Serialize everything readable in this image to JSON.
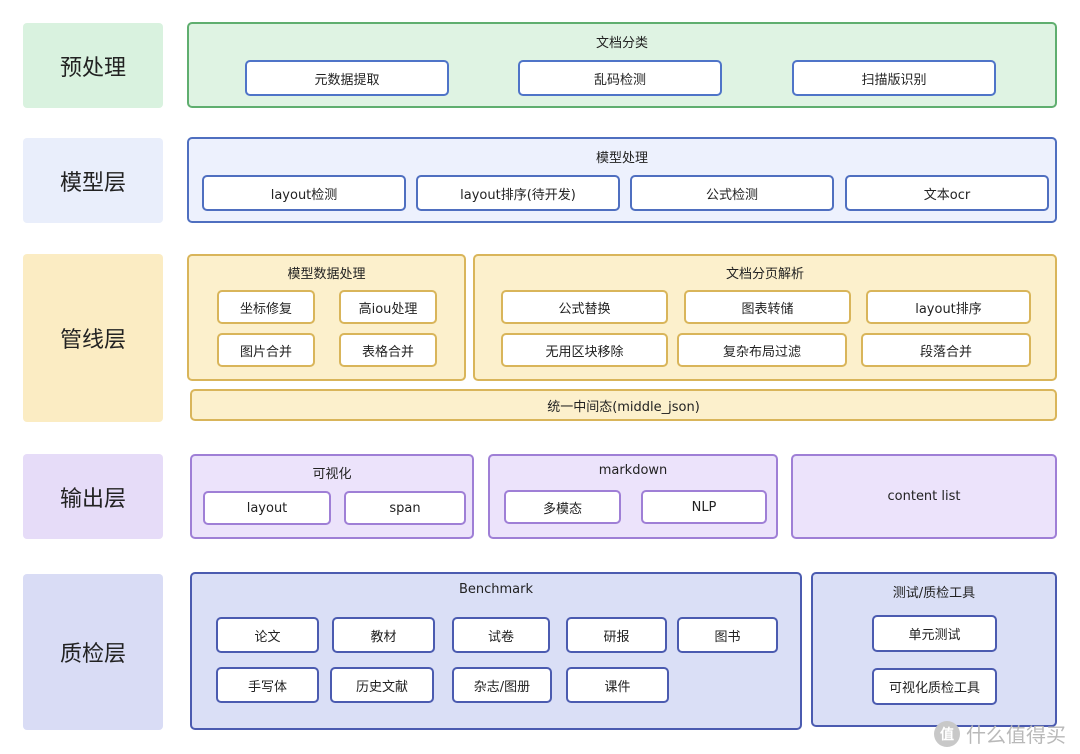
{
  "layers": {
    "preprocess": "预处理",
    "model": "模型层",
    "pipeline": "管线层",
    "output": "输出层",
    "qa": "质检层"
  },
  "preprocess": {
    "title": "文档分类",
    "items": [
      "元数据提取",
      "乱码检测",
      "扫描版识别"
    ]
  },
  "model": {
    "title": "模型处理",
    "items": [
      "layout检测",
      "layout排序(待开发)",
      "公式检测",
      "文本ocr"
    ]
  },
  "pipeline": {
    "model_data": {
      "title": "模型数据处理",
      "items": [
        "坐标修复",
        "高iou处理",
        "图片合并",
        "表格合并"
      ]
    },
    "page_parse": {
      "title": "文档分页解析",
      "items": [
        "公式替换",
        "图表转储",
        "layout排序",
        "无用区块移除",
        "复杂布局过滤",
        "段落合并"
      ]
    },
    "middle": "统一中间态(middle_json)"
  },
  "output": {
    "visualize": {
      "title": "可视化",
      "items": [
        "layout",
        "span"
      ]
    },
    "markdown": {
      "title": "markdown",
      "items": [
        "多模态",
        "NLP"
      ]
    },
    "content_list": "content list"
  },
  "qa": {
    "benchmark": {
      "title": "Benchmark",
      "items": [
        "论文",
        "教材",
        "试卷",
        "研报",
        "图书",
        "手写体",
        "历史文献",
        "杂志/图册",
        "课件"
      ]
    },
    "tools": {
      "title": "测试/质检工具",
      "items": [
        "单元测试",
        "可视化质检工具"
      ]
    }
  },
  "watermark": "什么值得买",
  "watermark_icon": "值"
}
